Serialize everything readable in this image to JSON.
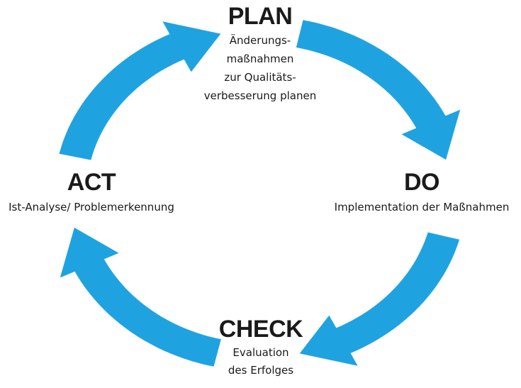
{
  "colors": {
    "accent": "#1fa3e0",
    "text": "#1a1a1a",
    "background": "#ffffff"
  },
  "phases": {
    "plan": {
      "title": "PLAN",
      "description": "Änderungs-\nmaßnahmen\nzur Qualitäts-\nverbesserung planen"
    },
    "do": {
      "title": "DO",
      "description": "Implementation der Maßnahmen"
    },
    "check": {
      "title": "CHECK",
      "description": "Evaluation\ndes Erfolges"
    },
    "act": {
      "title": "ACT",
      "description": "Ist-Analyse/ Problemerkennung"
    }
  },
  "arrows": [
    {
      "from": "plan",
      "to": "do"
    },
    {
      "from": "do",
      "to": "check"
    },
    {
      "from": "check",
      "to": "act"
    },
    {
      "from": "act",
      "to": "plan"
    }
  ]
}
